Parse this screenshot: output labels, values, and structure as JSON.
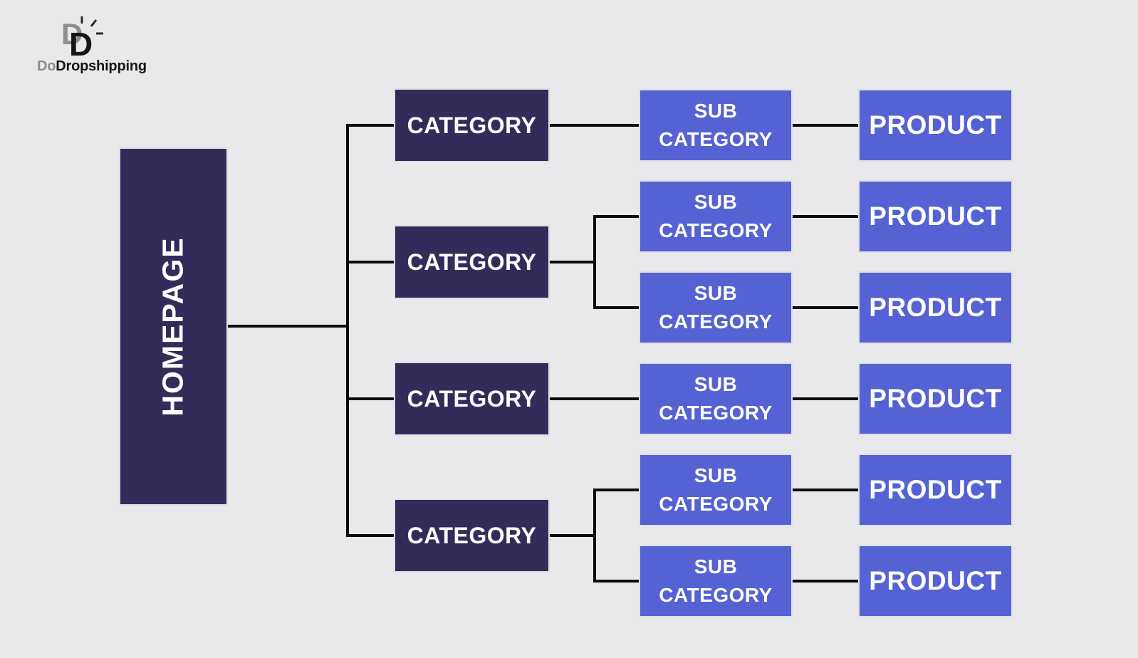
{
  "page": {
    "background_color": "#e9e8ea",
    "description": "Website structure tree diagram: homepage to categories to sub categories to products"
  },
  "logo": {
    "brand_prefix": "Do",
    "brand_name": "Dropshipping",
    "icon": "overlapping-d-letters-with-rays",
    "prefix_color": "#8e8e8e",
    "name_color": "#161616"
  },
  "colors": {
    "homepage_category_box": "#342b5b",
    "subcategory_product_box": "#5562d4",
    "connector_line": "#0d0d0d",
    "box_text": "#ffffff",
    "box_border": "#dfdee5"
  },
  "diagram": {
    "homepage": {
      "label": "HOMEPAGE"
    },
    "categories": [
      {
        "label": "CATEGORY"
      },
      {
        "label": "CATEGORY"
      },
      {
        "label": "CATEGORY"
      },
      {
        "label": "CATEGORY"
      }
    ],
    "subcategories": [
      {
        "label": "SUB CATEGORY",
        "lines": [
          "SUB",
          "CATEGORY"
        ]
      },
      {
        "label": "SUB CATEGORY",
        "lines": [
          "SUB",
          "CATEGORY"
        ]
      },
      {
        "label": "SUB CATEGORY",
        "lines": [
          "SUB",
          "CATEGORY"
        ]
      },
      {
        "label": "SUB CATEGORY",
        "lines": [
          "SUB",
          "CATEGORY"
        ]
      },
      {
        "label": "SUB CATEGORY",
        "lines": [
          "SUB",
          "CATEGORY"
        ]
      },
      {
        "label": "SUB CATEGORY",
        "lines": [
          "SUB",
          "CATEGORY"
        ]
      }
    ],
    "products": [
      {
        "label": "PRODUCT"
      },
      {
        "label": "PRODUCT"
      },
      {
        "label": "PRODUCT"
      },
      {
        "label": "PRODUCT"
      },
      {
        "label": "PRODUCT"
      },
      {
        "label": "PRODUCT"
      }
    ],
    "edges": [
      "homepage-categories-trunk",
      "category2-splits-to-subcategory2-and-3",
      "category4-splits-to-subcategory5-and-6",
      "each-subcategory-links-to-one-product"
    ]
  }
}
